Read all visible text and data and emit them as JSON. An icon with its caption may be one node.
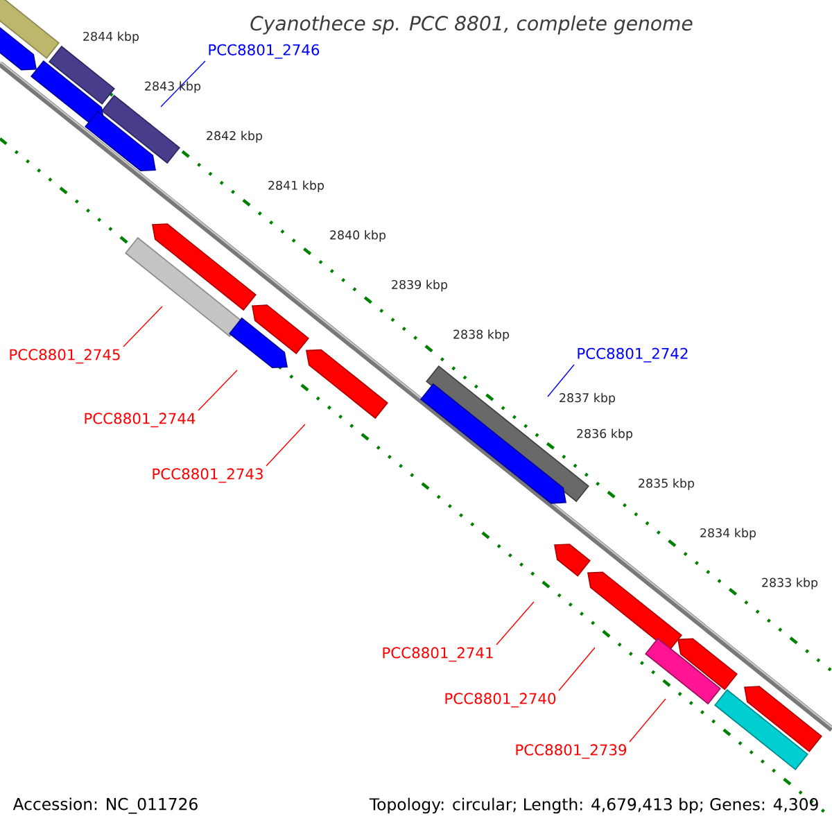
{
  "diagram": {
    "title": "Cyanothece sp. PCC 8801, complete genome",
    "nodes": [
      {
        "text": [
          "PCC8801_2746"
        ]
      },
      {
        "text": [
          "PCC8801_2745"
        ]
      },
      {
        "text": [
          "PCC8801_2744"
        ]
      },
      {
        "text": [
          "PCC8801_2743"
        ]
      },
      {
        "text": [
          "PCC8801_2742"
        ]
      },
      {
        "text": [
          "PCC8801_2741"
        ]
      },
      {
        "text": [
          "PCC8801_2740"
        ]
      },
      {
        "text": [
          "PCC8801_2739"
        ]
      }
    ],
    "edges": [
      {
        "from": 0,
        "to": null,
        "arrow": "none",
        "color": "#0000ff"
      },
      {
        "from": 1,
        "to": null,
        "arrow": "none"
      },
      {
        "from": 2,
        "to": null,
        "arrow": "none"
      },
      {
        "from": 3,
        "to": null,
        "arrow": "none"
      },
      {
        "from": 4,
        "to": null,
        "arrow": "none",
        "color": "#0000ff"
      },
      {
        "from": 5,
        "to": null,
        "arrow": "none"
      },
      {
        "from": 6,
        "to": null,
        "arrow": "none"
      },
      {
        "from": 7,
        "to": null,
        "arrow": "none"
      }
    ],
    "labels": [
      "2844 kbp",
      "2843 kbp",
      "2842 kbp",
      "2841 kbp",
      "2840 kbp",
      "2839 kbp",
      "2838 kbp",
      "2837 kbp",
      "2836 kbp",
      "2835 kbp",
      "2834 kbp",
      "2833 kbp",
      "Accession: NC_011726",
      "Topology: circular; Length: 4,679,413 bp; Genes: 4,309"
    ]
  }
}
